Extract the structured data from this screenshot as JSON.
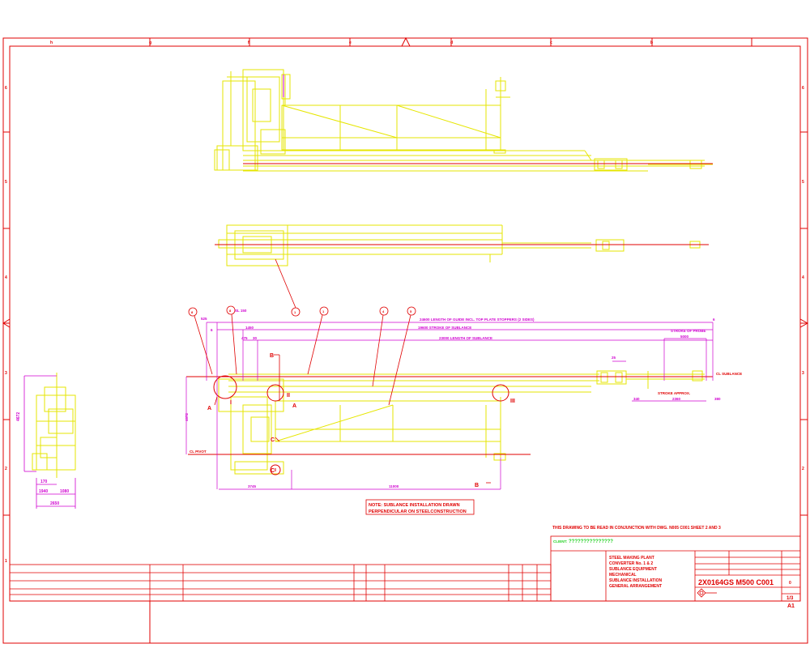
{
  "border": {
    "col_top": [
      "h",
      "g",
      "f",
      "e",
      "d",
      "c",
      "b"
    ],
    "row_left": [
      "6",
      "5",
      "4",
      "3",
      "2",
      "1"
    ]
  },
  "callouts": [
    "8",
    "8",
    "1",
    "1",
    "4",
    "5"
  ],
  "dims": {
    "d525": "525",
    "slew": "SL 150",
    "d24600": "24600 LENGTH OF GUIDE INCL. TOP PLATE STOPPERS (2 SIDES)",
    "d1450": "1450",
    "d19600": "19600 STROKE OF SUBLANCE",
    "d475": "475",
    "d30": "30",
    "d23000": "23000 LENGTH OF SUBLANCE",
    "d6": "6",
    "stroke_probe": "STROKE OF PROBE",
    "d5000": "5000",
    "d25": "25",
    "cl_sublance": "CL SUBLANCE",
    "stroke_approx": "STROKE APPROX.",
    "d340": "340",
    "d2360": "2360",
    "d380": "380",
    "d4672": "4672",
    "d3745": "3745",
    "d11000": "11000",
    "pivot": "CL PIVOT",
    "d1670": "4672",
    "d170": "170",
    "d1940": "1940",
    "d1080": "1080",
    "d2650": "2650"
  },
  "section_marks": {
    "a": "A",
    "a2": "A",
    "b": "B",
    "b2": "B",
    "c": "C",
    "c2": "C",
    "r1": "I",
    "r2": "II",
    "r3": "III"
  },
  "note": {
    "line1": "NOTE: SUBLANCE INSTALLATION DRAWN",
    "line2": "PERPENDICULAR ON STEELCONSTRUCTION"
  },
  "conjunction_note": "THIS DRAWING TO BE READ IN CONJUNCTION WITH DWG. N005 C001 SHEET 2 AND 3",
  "client": {
    "label": "CLIENT:",
    "value": "???????????????"
  },
  "title_block": {
    "title_lines": [
      "STEEL MAKING PLANT",
      "CONVERTER No. 1 & 2",
      "SUBLANCE EQUIPMENT",
      "MECHANICAL",
      "SUBLANCE INSTALLATION",
      "GENERAL ARRANGEMENT"
    ],
    "drawing_number": "2X0164GS M500 C001",
    "sheet": "1/3",
    "size": "A1",
    "rev": "0"
  }
}
